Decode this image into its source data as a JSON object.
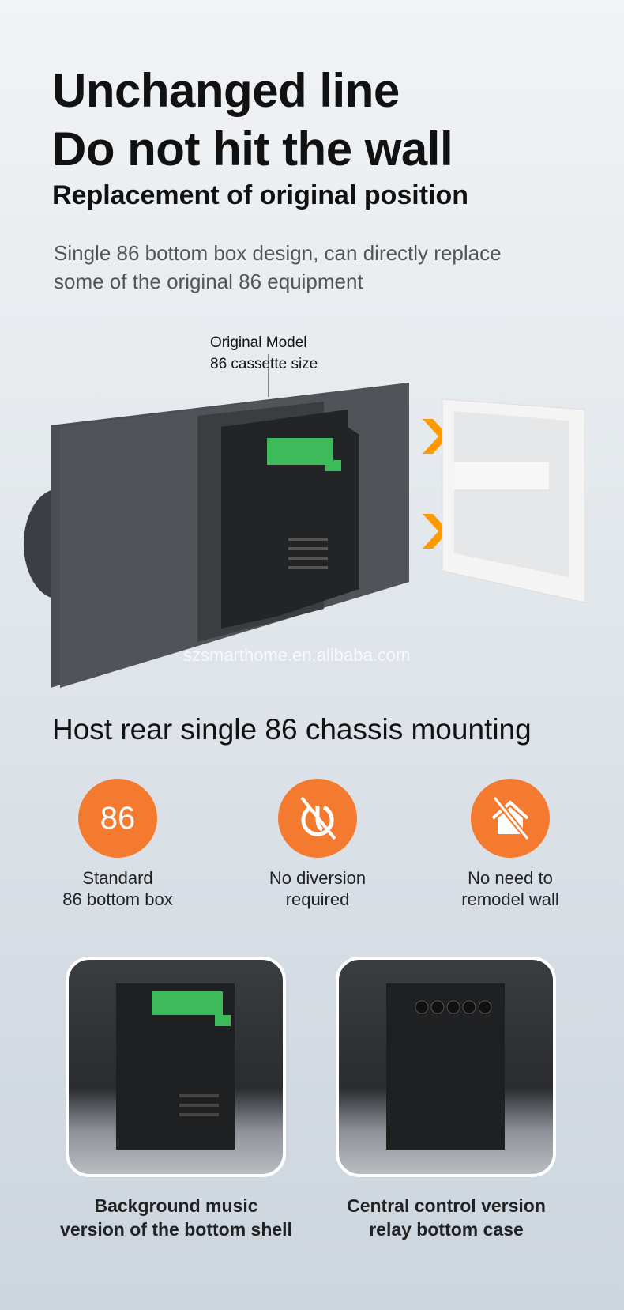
{
  "title": {
    "line1": "Unchanged line",
    "line2": "Do not hit the wall"
  },
  "subtitle": "Replacement of original position",
  "description": {
    "line1": "Single 86 bottom box design, can directly replace",
    "line2": "some of the original 86 equipment"
  },
  "product_callout": {
    "line1": "Original Model",
    "line2": "86 cassette size"
  },
  "watermark": "szsmarthome.en.alibaba.com",
  "section_heading": "Host rear single 86 chassis mounting",
  "features": [
    {
      "icon": "86-badge",
      "badge_text": "86",
      "line1": "Standard",
      "line2": "86 bottom box"
    },
    {
      "icon": "no-diversion-icon",
      "line1": "No diversion",
      "line2": "required"
    },
    {
      "icon": "no-remodel-house-icon",
      "line1": "No need to",
      "line2": "remodel wall"
    }
  ],
  "versions": [
    {
      "line1": "Background music",
      "line2": "version of the bottom shell"
    },
    {
      "line1": "Central control version",
      "line2": "relay bottom case"
    }
  ],
  "colors": {
    "accent": "#f47a2f",
    "arrow": "#ff9900",
    "terminal": "#3dbb5a"
  }
}
